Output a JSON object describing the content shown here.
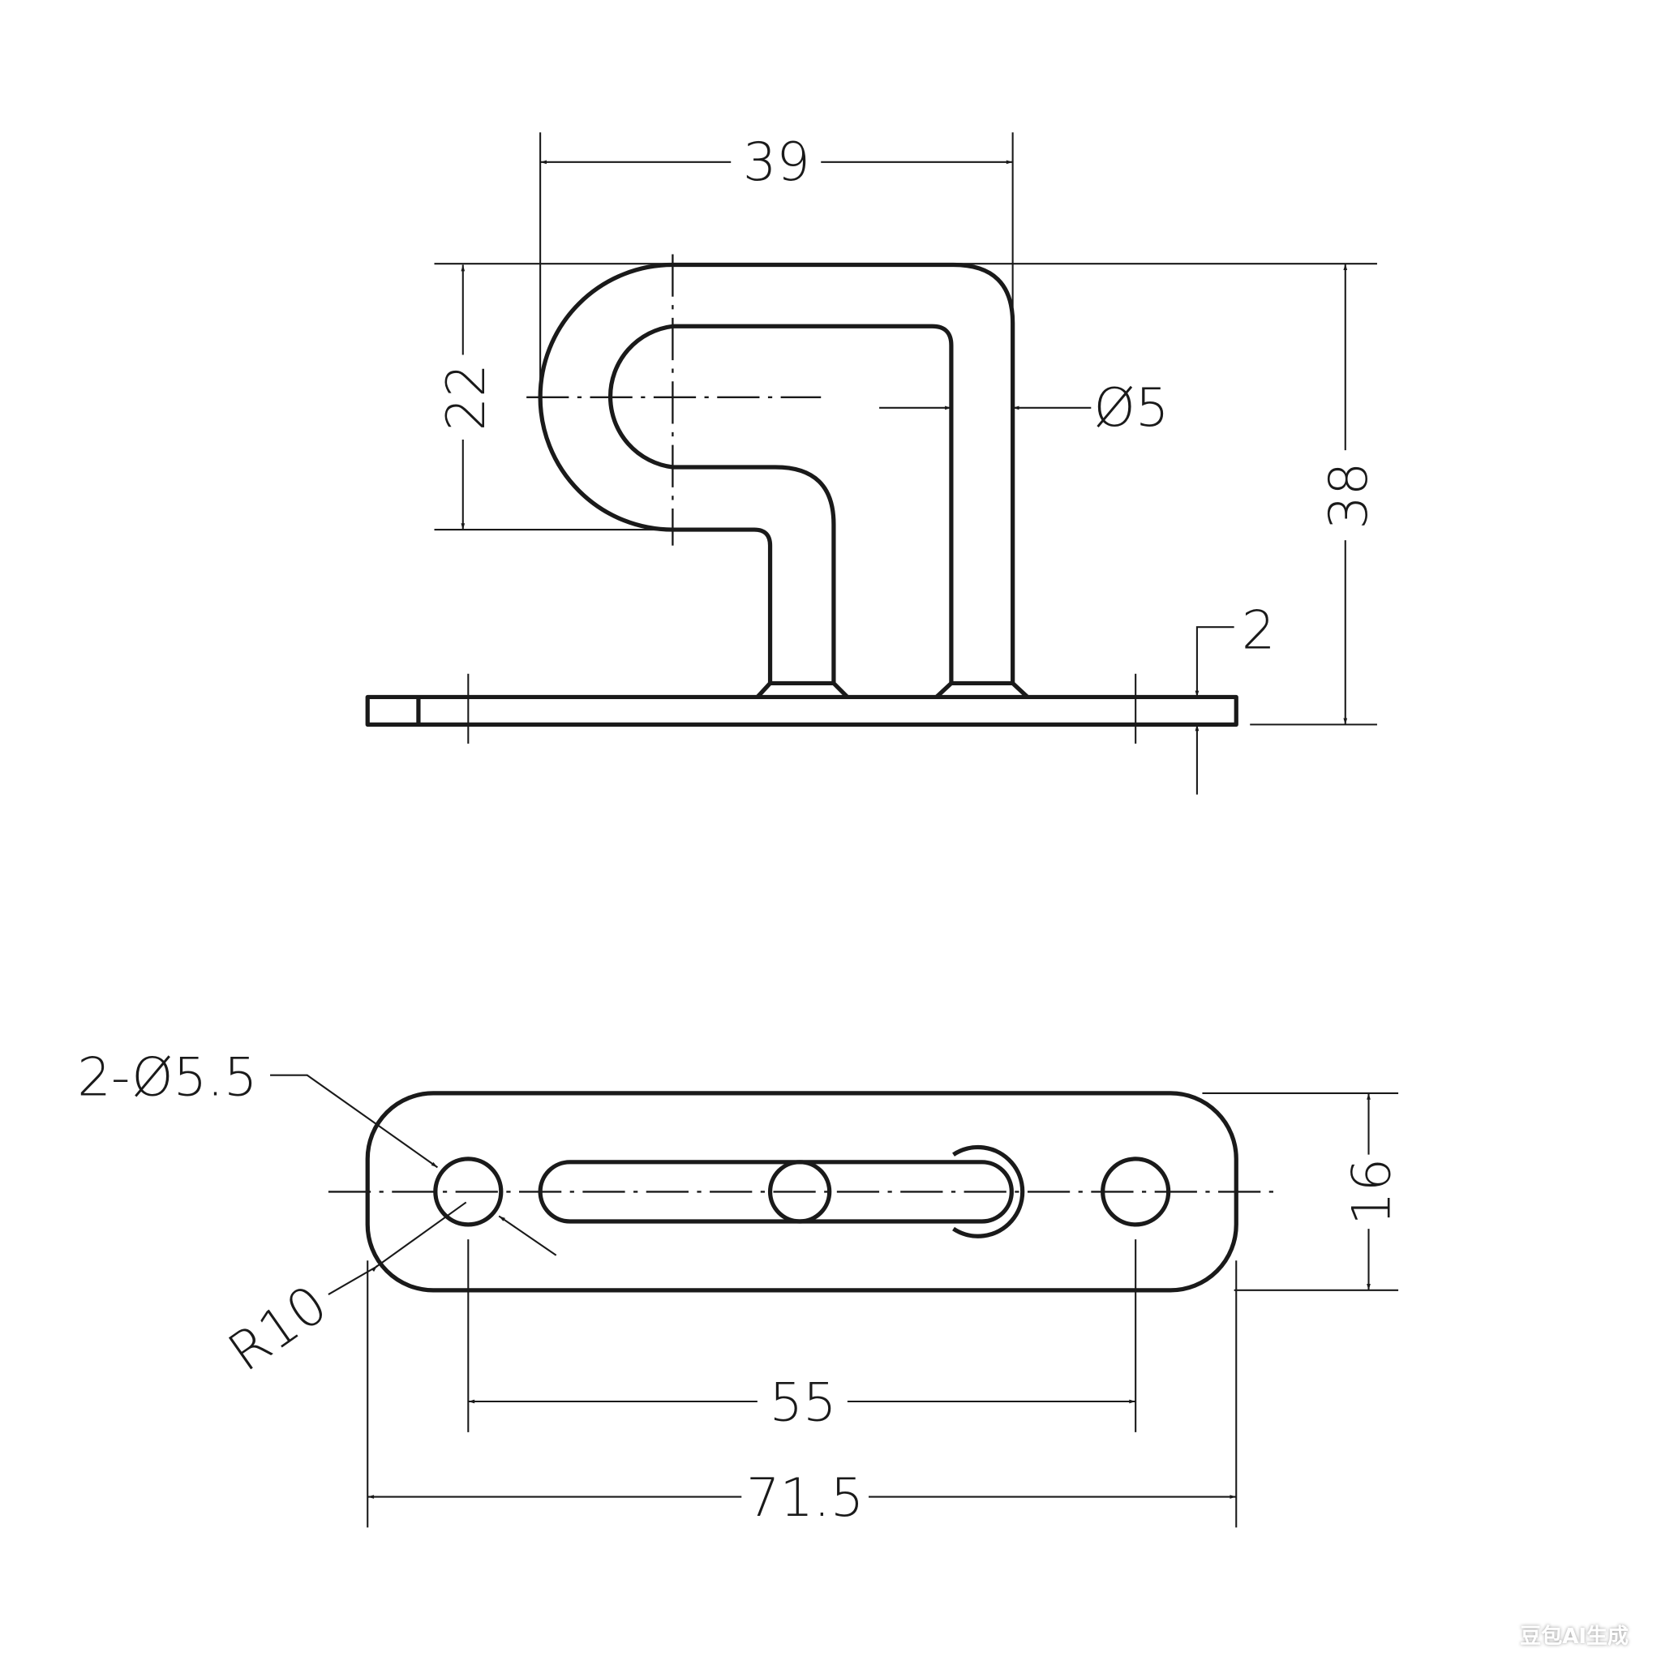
{
  "front_view": {
    "dims": {
      "width_top": "39",
      "loop_height": "22",
      "rod_diameter": "Ø5",
      "total_height": "38",
      "plate_thickness": "2"
    }
  },
  "top_view": {
    "dims": {
      "holes": "2-Ø5.5",
      "radius": "R10",
      "plate_width": "16",
      "hole_spacing": "55",
      "plate_length": "71.5"
    }
  },
  "watermark": "豆包AI生成"
}
